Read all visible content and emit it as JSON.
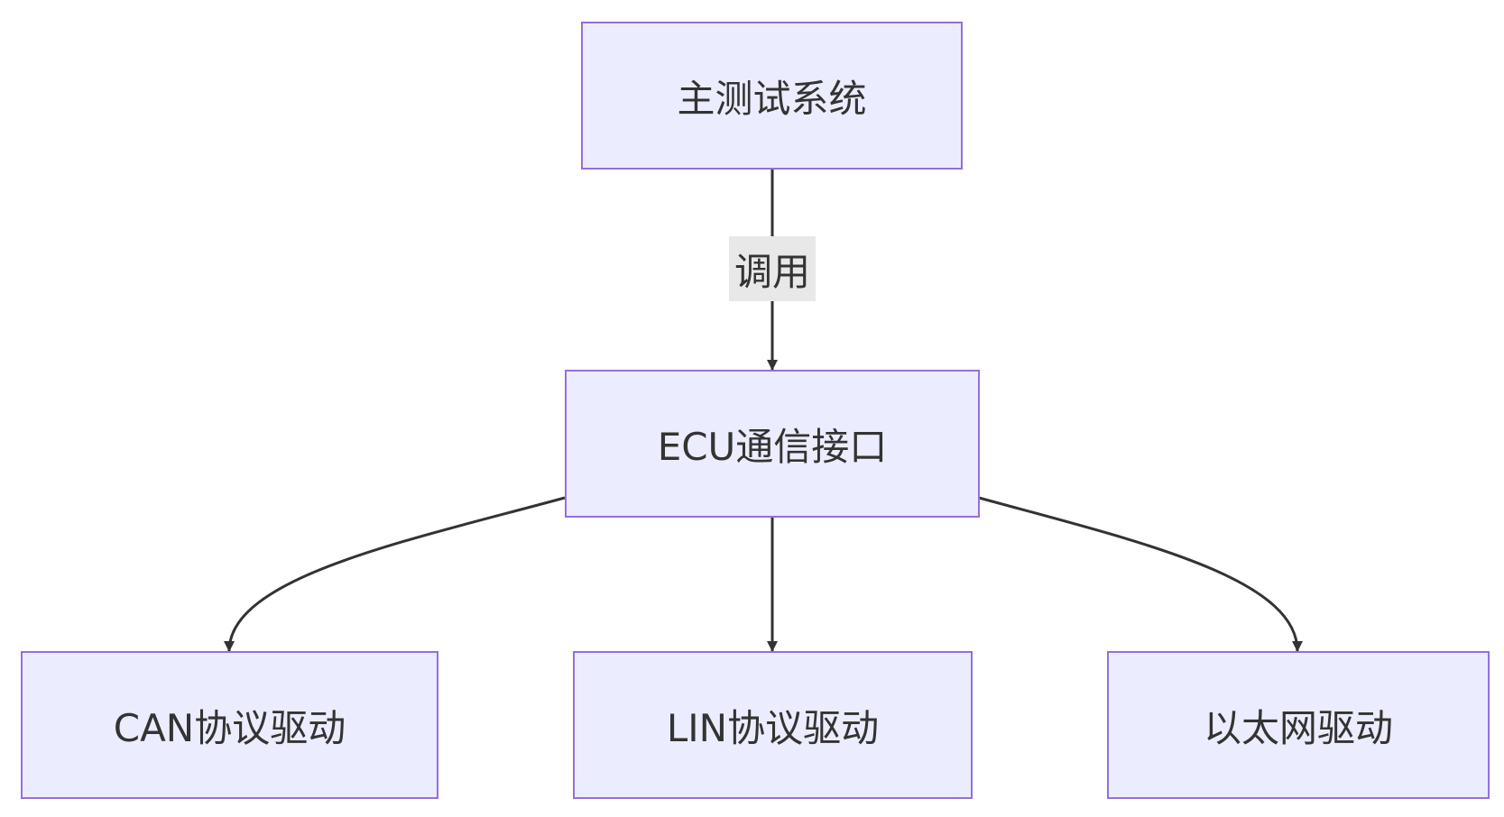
{
  "nodes": {
    "main": "主测试系统",
    "ecu": "ECU通信接口",
    "can": "CAN协议驱动",
    "lin": "LIN协议驱动",
    "eth": "以太网驱动"
  },
  "edges": {
    "main_to_ecu_label": "调用"
  },
  "colors": {
    "node_fill": "#ececff",
    "node_border": "#9370db",
    "edge": "#333333",
    "edge_label_bg": "#e8e8e8",
    "text": "#333333"
  }
}
